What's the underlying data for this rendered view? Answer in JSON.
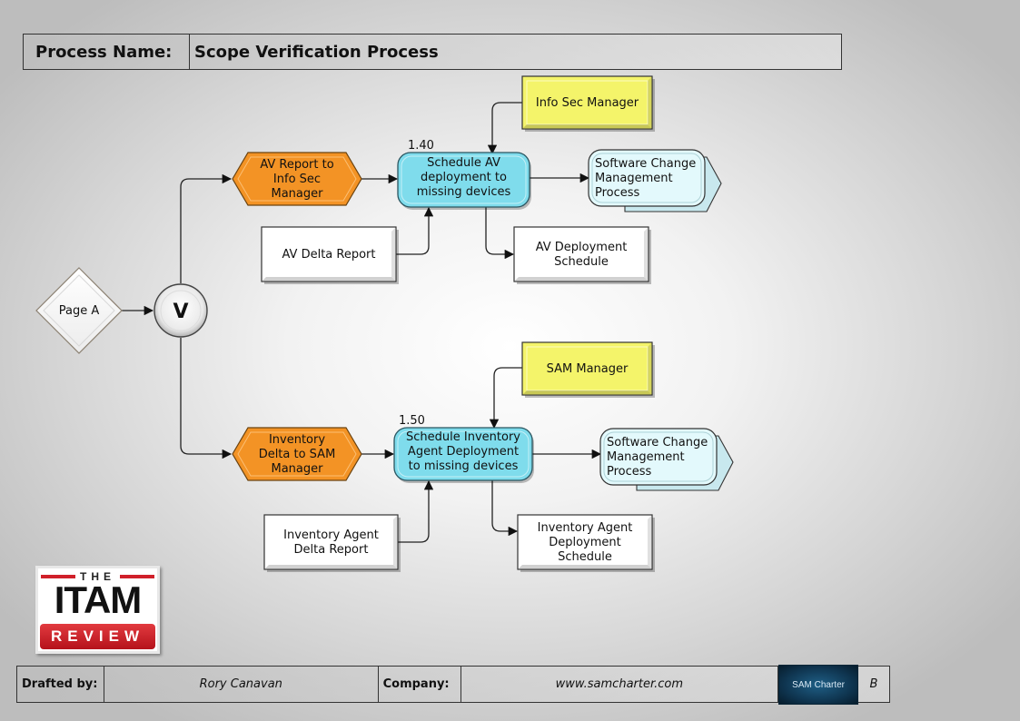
{
  "header": {
    "label": "Process Name:",
    "value": "Scope Verification Process"
  },
  "diagram": {
    "start": {
      "label": "Page A",
      "shape": "diamond"
    },
    "gateway": {
      "label": "V",
      "shape": "circle"
    },
    "branches": [
      {
        "trigger": {
          "lines": [
            "AV Report to",
            "Info Sec",
            "Manager"
          ],
          "shape": "hexagon",
          "color": "#f39325"
        },
        "task": {
          "number": "1.40",
          "lines": [
            "Schedule AV",
            "deployment to",
            "missing devices"
          ],
          "color": "#7fdcec"
        },
        "role": {
          "lines": [
            "Info Sec Manager"
          ],
          "color": "#f4f46a"
        },
        "input": {
          "lines": [
            "AV Delta Report"
          ]
        },
        "output": {
          "lines": [
            "AV Deployment",
            "Schedule"
          ]
        },
        "next_process": {
          "lines": [
            "Software Change",
            "Management",
            "Process"
          ],
          "color": "#e3f9fc"
        }
      },
      {
        "trigger": {
          "lines": [
            "Inventory",
            "Delta to SAM",
            "Manager"
          ],
          "shape": "hexagon",
          "color": "#f39325"
        },
        "task": {
          "number": "1.50",
          "lines": [
            "Schedule Inventory",
            "Agent Deployment",
            "to missing devices"
          ],
          "color": "#7fdcec"
        },
        "role": {
          "lines": [
            "SAM Manager"
          ],
          "color": "#f4f46a"
        },
        "input": {
          "lines": [
            "Inventory Agent",
            "Delta Report"
          ]
        },
        "output": {
          "lines": [
            "Inventory Agent",
            "Deployment",
            "Schedule"
          ]
        },
        "next_process": {
          "lines": [
            "Software Change",
            "Management",
            "Process"
          ],
          "color": "#e3f9fc"
        }
      }
    ]
  },
  "logo": {
    "the": "THE",
    "word": "ITAM",
    "review": "REVIEW"
  },
  "footer": {
    "drafted_label": "Drafted by:",
    "drafted_value": "Rory Canavan",
    "company_label": "Company:",
    "company_value": "www.samcharter.com",
    "sam_logo_text": "SAM Charter",
    "revision": "B"
  }
}
